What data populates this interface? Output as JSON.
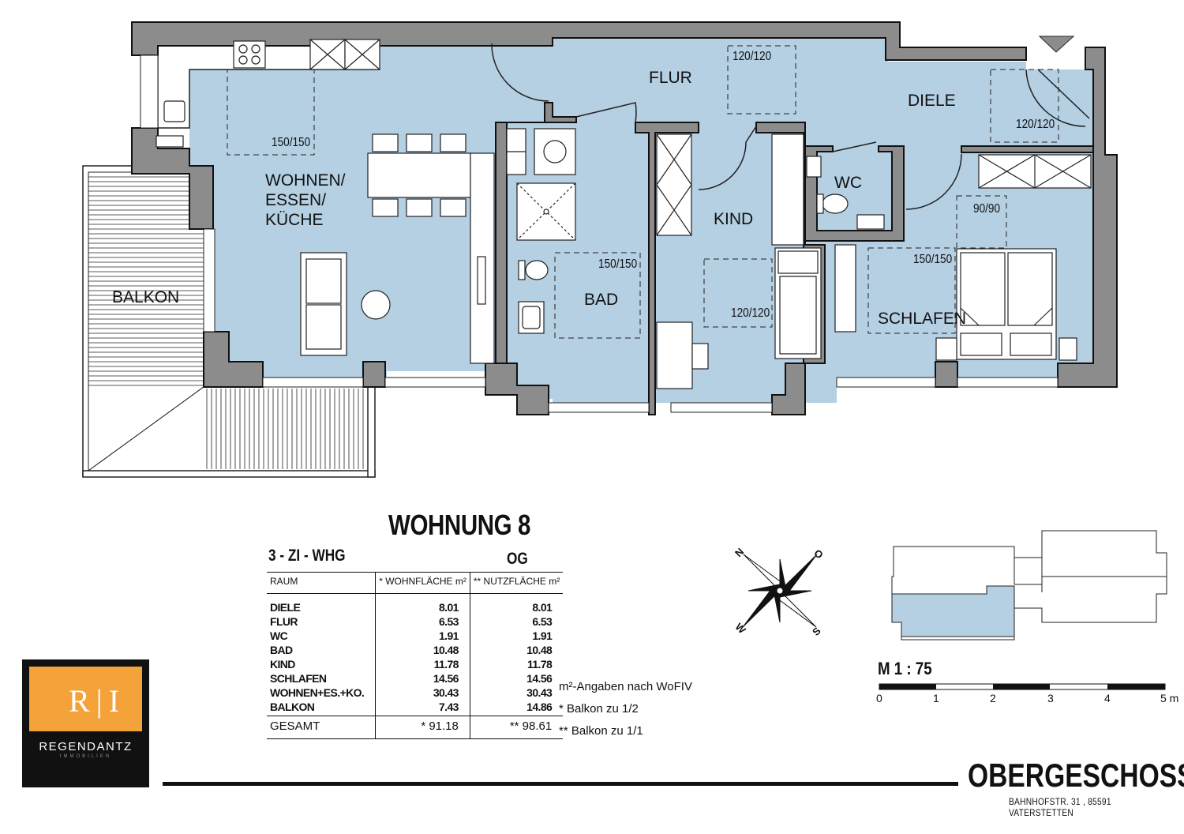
{
  "rooms": {
    "wohnen": [
      "WOHNEN/",
      "ESSEN/",
      "KÜCHE"
    ],
    "balkon": "BALKON",
    "flur": "FLUR",
    "diele": "DIELE",
    "wc": "WC",
    "kind": "KIND",
    "bad": "BAD",
    "schlafen": "SCHLAFEN"
  },
  "dimensions": {
    "kitchen": "150/150",
    "flur": "120/120",
    "diele": "120/120",
    "bad": "150/150",
    "kind": "120/120",
    "schlafen_a": "90/90",
    "schlafen_b": "150/150"
  },
  "header": {
    "title": "WOHNUNG 8",
    "type": "3 - ZI - WHG",
    "floor_code": "OG"
  },
  "table": {
    "columns": [
      "RAUM",
      "* WOHNFLÄCHE m²",
      "** NUTZFLÄCHE m²"
    ],
    "rows": [
      {
        "room": "DIELE",
        "wohn": "8.01",
        "nutz": "8.01"
      },
      {
        "room": "FLUR",
        "wohn": "6.53",
        "nutz": "6.53"
      },
      {
        "room": "WC",
        "wohn": "1.91",
        "nutz": "1.91"
      },
      {
        "room": "BAD",
        "wohn": "10.48",
        "nutz": "10.48"
      },
      {
        "room": "KIND",
        "wohn": "11.78",
        "nutz": "11.78"
      },
      {
        "room": "SCHLAFEN",
        "wohn": "14.56",
        "nutz": "14.56"
      },
      {
        "room": "WOHNEN+ES.+KO.",
        "wohn": "30.43",
        "nutz": "30.43"
      },
      {
        "room": "BALKON",
        "wohn": "7.43",
        "nutz": "14.86"
      }
    ],
    "total": {
      "label": "GESAMT",
      "wohn": "* 91.18",
      "nutz": "** 98.61"
    }
  },
  "notes": [
    "m²-Angaben nach WoFIV",
    "* Balkon zu 1/2",
    "** Balkon zu 1/1"
  ],
  "logo": {
    "monogram": "R|I",
    "name": "REGENDANTZ",
    "sub": "IMMOBILIEN"
  },
  "compass": {
    "n": "N",
    "o": "O",
    "s": "S",
    "w": "W"
  },
  "scale": {
    "label": "M 1 : 75",
    "ticks": [
      "0",
      "1",
      "2",
      "3",
      "4",
      "5 m"
    ]
  },
  "footer": {
    "floor": "OBERGESCHOSS",
    "address": "BAHNHOFSTR. 31 , 85591 VATERSTETTEN"
  },
  "colors": {
    "room_fill": "#b5cfe3",
    "wall": "#8c8c8c",
    "logo_accent": "#f3a33a"
  }
}
